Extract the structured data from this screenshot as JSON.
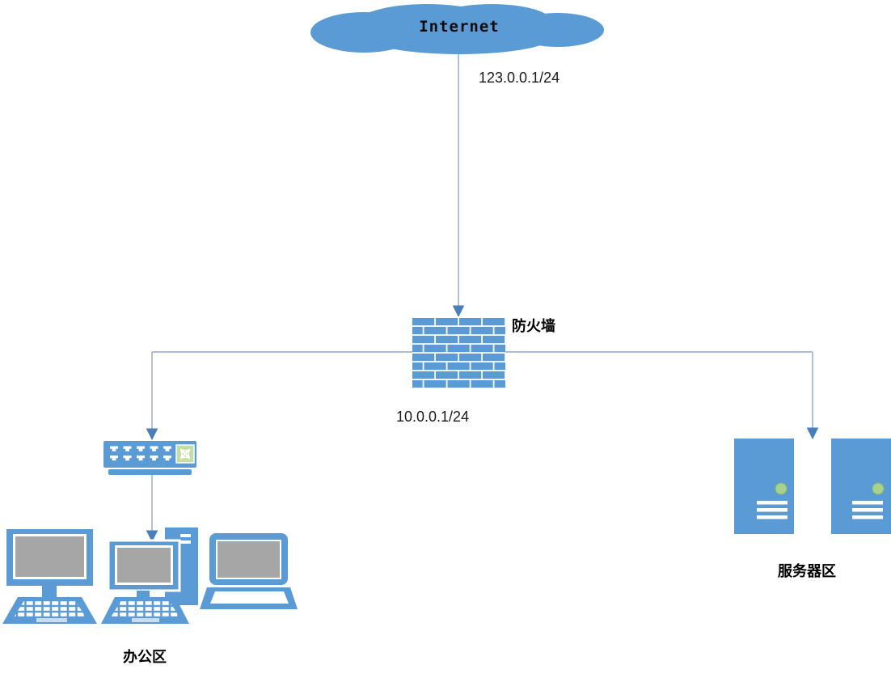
{
  "diagram": {
    "internet": {
      "label": "Internet"
    },
    "links": {
      "wan_ip": "123.0.0.1/24",
      "lan_ip": "10.0.0.1/24"
    },
    "firewall": {
      "label": "防火墙"
    },
    "office_zone": {
      "label": "办公区"
    },
    "server_zone": {
      "label": "服务器区"
    },
    "colors": {
      "shape_blue": "#5B9BD5",
      "screen_gray": "#A6A6A6",
      "line_blue": "#8FA8C8",
      "arrow_blue": "#4A7EBB",
      "switch_green": "#C6DEA2",
      "led_green": "#A9D18E"
    },
    "icons": {
      "internet": "cloud-icon",
      "firewall": "brick-wall-icon",
      "switch": "switch-with-crossed-arrows-icon",
      "office_devices": [
        "desktop-computer-icon",
        "desktop-with-tower-icon",
        "laptop-icon"
      ],
      "server_devices": [
        "server-tower-icon",
        "server-tower-icon"
      ]
    }
  }
}
